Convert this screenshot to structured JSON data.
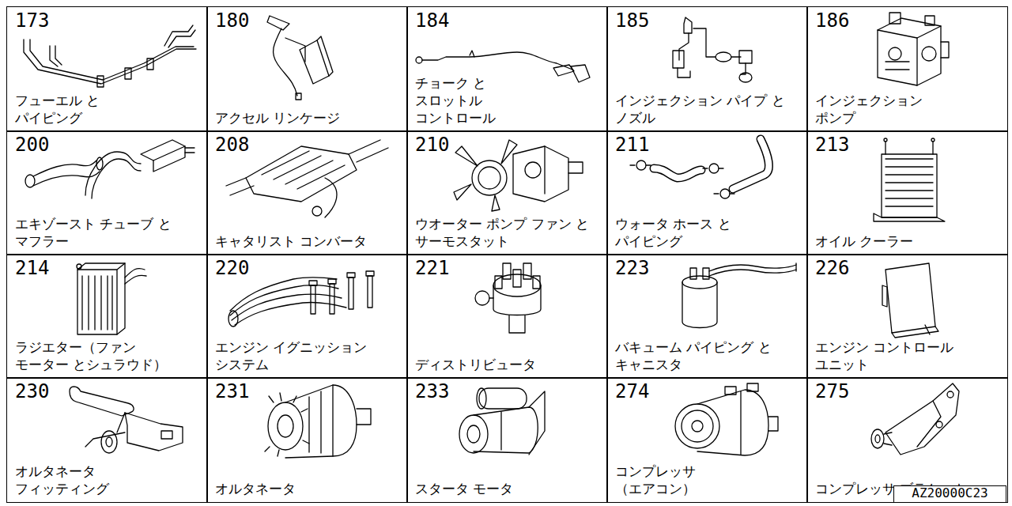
{
  "diagram": {
    "nodes": [
      {
        "text": [
          "173",
          "フューエル と パイピング"
        ]
      },
      {
        "text": [
          "180",
          "アクセル リンケージ"
        ]
      },
      {
        "text": [
          "184",
          "チョーク と スロットル コントロール"
        ]
      },
      {
        "text": [
          "185",
          "インジェクション パイプ と ノズル"
        ]
      },
      {
        "text": [
          "186",
          "インジェクション ポンプ"
        ]
      },
      {
        "text": [
          "200",
          "エキゾースト チューブ と マフラー"
        ]
      },
      {
        "text": [
          "208",
          "キャタリスト コンバータ"
        ]
      },
      {
        "text": [
          "210",
          "ウオーター ポンプ ファン と サーモスタット"
        ]
      },
      {
        "text": [
          "211",
          "ウォータ ホース と パイピング"
        ]
      },
      {
        "text": [
          "213",
          "オイル クーラー"
        ]
      },
      {
        "text": [
          "214",
          "ラジエター（ファン モーター とシュラウド）"
        ]
      },
      {
        "text": [
          "220",
          "エンジン イグニッション システム"
        ]
      },
      {
        "text": [
          "221",
          "ディストリビュータ"
        ]
      },
      {
        "text": [
          "223",
          "バキューム パイピング と キャニスタ"
        ]
      },
      {
        "text": [
          "226",
          "エンジン コントロール ユニット"
        ]
      },
      {
        "text": [
          "230",
          "オルタネータ フィッティング"
        ]
      },
      {
        "text": [
          "231",
          "オルタネータ"
        ]
      },
      {
        "text": [
          "233",
          "スタータ モータ"
        ]
      },
      {
        "text": [
          "274",
          "コンプレッサ （エアコン）"
        ]
      },
      {
        "text": [
          "275",
          "コンプレッサ ブラケット"
        ]
      }
    ],
    "labels": [
      "AZ20000C23"
    ]
  }
}
